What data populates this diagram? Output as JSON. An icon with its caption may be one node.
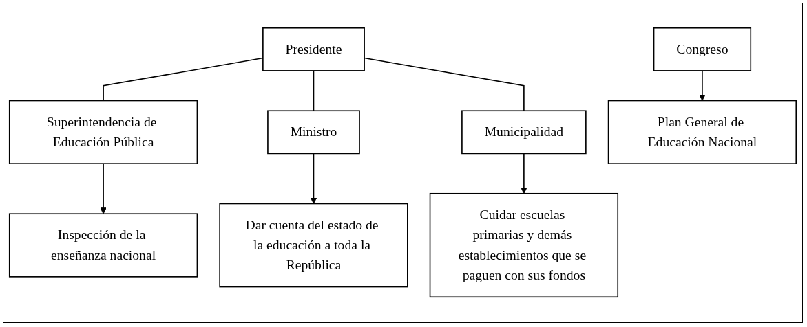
{
  "diagram": {
    "nodes": [
      {
        "text": [
          "Presidente"
        ]
      },
      {
        "text": [
          "Congreso"
        ]
      },
      {
        "text": [
          "Superintendencia de Educación Pública"
        ]
      },
      {
        "text": [
          "Ministro"
        ]
      },
      {
        "text": [
          "Municipalidad"
        ]
      },
      {
        "text": [
          "Inspección de la enseñanza nacional"
        ]
      },
      {
        "text": [
          "Dar cuenta del estado de la educación a toda la República"
        ]
      },
      {
        "text": [
          "Cuidar escuelas primarias y demás establecimientos que se paguen con sus fondos"
        ]
      },
      {
        "text": [
          "Plan General de Educación Nacional"
        ]
      }
    ],
    "edges": [
      {
        "from": 0,
        "to": 2,
        "arrow": "none"
      },
      {
        "from": 0,
        "to": 3,
        "arrow": "none"
      },
      {
        "from": 0,
        "to": 4,
        "arrow": "none"
      },
      {
        "from": 2,
        "to": 5,
        "arrow": "to"
      },
      {
        "from": 3,
        "to": 6,
        "arrow": "to"
      },
      {
        "from": 4,
        "to": 7,
        "arrow": "to"
      },
      {
        "from": 1,
        "to": 8,
        "arrow": "to"
      }
    ]
  }
}
